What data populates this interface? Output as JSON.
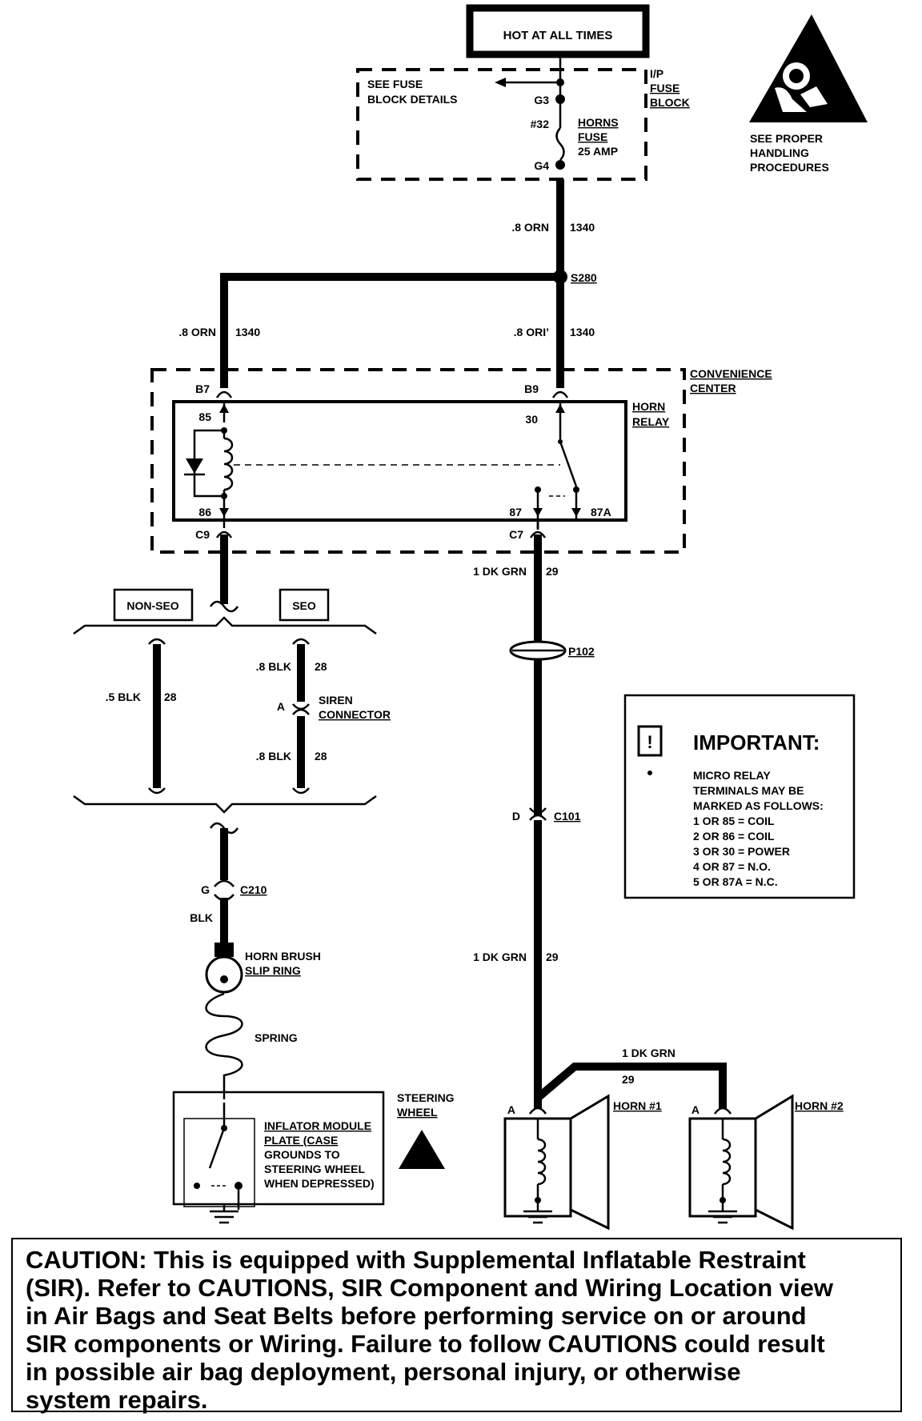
{
  "hot_box": "HOT AT ALL TIMES",
  "fuse_block": {
    "see_details": [
      "SEE FUSE",
      "BLOCK DETAILS"
    ],
    "name": [
      "I/P",
      "FUSE",
      "BLOCK"
    ],
    "g3": "G3",
    "g4": "G4",
    "fuse_num": "#32",
    "fuse_label": [
      "HORNS",
      "FUSE",
      "25 AMP"
    ]
  },
  "warning": [
    "SEE PROPER",
    "HANDLING",
    "PROCEDURES"
  ],
  "wires": {
    "orn_gauge": ".8 ORN",
    "orn_circuit": "1340",
    "orn_gauge_2": ".8 ORN",
    "orn_circuit_2": "1340",
    "orn_gauge_3": ".8 ORI’",
    "orn_circuit_3": "1340",
    "dkgrn_1_gauge": "1 DK GRN",
    "dkgrn_1_circuit": "29",
    "dkgrn_2_gauge": "1 DK GRN",
    "dkgrn_2_circuit": "29",
    "dkgrn_3_gauge": "1 DK GRN",
    "dkgrn_3_circuit": "29",
    "blk_nonseo_gauge": ".5 BLK",
    "blk_nonseo_circuit": "28",
    "blk_seo_top_gauge": ".8 BLK",
    "blk_seo_top_circuit": "28",
    "blk_seo_bot_gauge": ".8 BLK",
    "blk_seo_bot_circuit": "28",
    "blk_lower": "BLK"
  },
  "splice": "S280",
  "convenience_center": [
    "CONVENIENCE",
    "CENTER"
  ],
  "relay": {
    "name": [
      "HORN",
      "RELAY"
    ],
    "b7": "B7",
    "b9": "B9",
    "t85": "85",
    "t86": "86",
    "t30": "30",
    "t87": "87",
    "t87a": "87A",
    "c9": "C9",
    "c7": "C7"
  },
  "options": {
    "non_seo": "NON-SEO",
    "seo": "SEO"
  },
  "siren": {
    "pin": "A",
    "label": [
      "SIREN",
      "CONNECTOR"
    ]
  },
  "connectors": {
    "p102": "P102",
    "c101_pin": "D",
    "c101": "C101",
    "c210_pin": "G",
    "c210": "C210"
  },
  "important": {
    "title": "IMPORTANT:",
    "lines": [
      "MICRO RELAY",
      "TERMINALS MAY BE",
      "MARKED AS FOLLOWS:",
      "1 OR 85 = COIL",
      "2 OR 86 = COIL",
      "3 OR 30 = POWER",
      "4 OR 87 = N.O.",
      "5 OR 87A = N.C."
    ]
  },
  "horn_brush": [
    "HORN BRUSH",
    "SLIP RING"
  ],
  "spring": "SPRING",
  "steering_wheel": [
    "STEERING",
    "WHEEL"
  ],
  "inflator": [
    "INFLATOR MODULE",
    "PLATE (CASE",
    "GROUNDS TO",
    "STEERING WHEEL",
    "WHEN DEPRESSED)"
  ],
  "horns": {
    "h1": "HORN #1",
    "h2": "HORN #2",
    "pin_a1": "A",
    "pin_a2": "A"
  },
  "caution": "CAUTION: This is equipped with Supplemental Inflatable Restraint\n(SIR). Refer to CAUTIONS,  SIR Component and Wiring Location view\nin Air Bags and Seat Belts before performing service on  or around\nSIR components or Wiring.  Failure to follow CAUTIONS could result\nin possible air bag deployment, personal injury, or  otherwise\nsystem repairs."
}
